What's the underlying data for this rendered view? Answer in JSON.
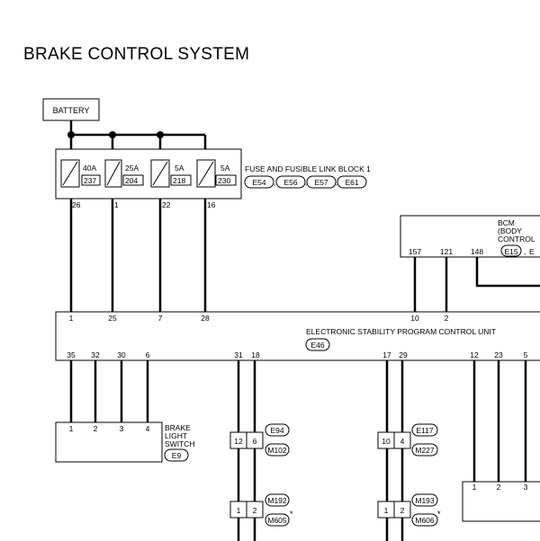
{
  "title": "BRAKE CONTROL SYSTEM",
  "battery": {
    "label": "BATTERY"
  },
  "fuse_block": {
    "title": "FUSE AND FUSIBLE LINK BLOCK 1",
    "connectors": [
      "E54",
      "E56",
      "E57",
      "E61"
    ],
    "fuses": [
      {
        "rating": "40A",
        "number": "237",
        "terminal": "26"
      },
      {
        "rating": "25A",
        "number": "204",
        "terminal": "1"
      },
      {
        "rating": "5A",
        "number": "218",
        "terminal": "22"
      },
      {
        "rating": "5A",
        "number": "230",
        "terminal": "16"
      }
    ]
  },
  "bcm": {
    "label_lines": [
      "BCM",
      "(BODY",
      "CONTROL"
    ],
    "connectors": [
      "E15",
      "E"
    ],
    "terminals": [
      "157",
      "121",
      "148"
    ]
  },
  "esp": {
    "title": "ELECTRONIC STABILITY PROGRAM CONTROL UNIT",
    "connector": "E46",
    "top_terminals": [
      "1",
      "25",
      "7",
      "28",
      "10",
      "2"
    ],
    "bottom_terminals": [
      "35",
      "32",
      "30",
      "6",
      "31",
      "18",
      "17",
      "29",
      "12",
      "23",
      "5"
    ]
  },
  "brake_light_switch": {
    "label_lines": [
      "BRAKE",
      "LIGHT",
      "SWITCH"
    ],
    "connector": "E9",
    "terminals": [
      "1",
      "2",
      "3",
      "4"
    ]
  },
  "junction_left_upper": {
    "terminals": [
      "12",
      "6"
    ],
    "connectors": [
      "E94",
      "M102"
    ]
  },
  "junction_left_lower": {
    "terminals": [
      "1",
      "2"
    ],
    "connectors": [
      "M192",
      "M605"
    ],
    "mark": "*"
  },
  "junction_right_upper": {
    "terminals": [
      "10",
      "4"
    ],
    "connectors": [
      "E117",
      "M227"
    ]
  },
  "junction_right_lower": {
    "terminals": [
      "1",
      "2"
    ],
    "connectors": [
      "M193",
      "M606"
    ],
    "mark": "*"
  },
  "bottom_right_box": {
    "terminals": [
      "1",
      "2",
      "3"
    ]
  }
}
